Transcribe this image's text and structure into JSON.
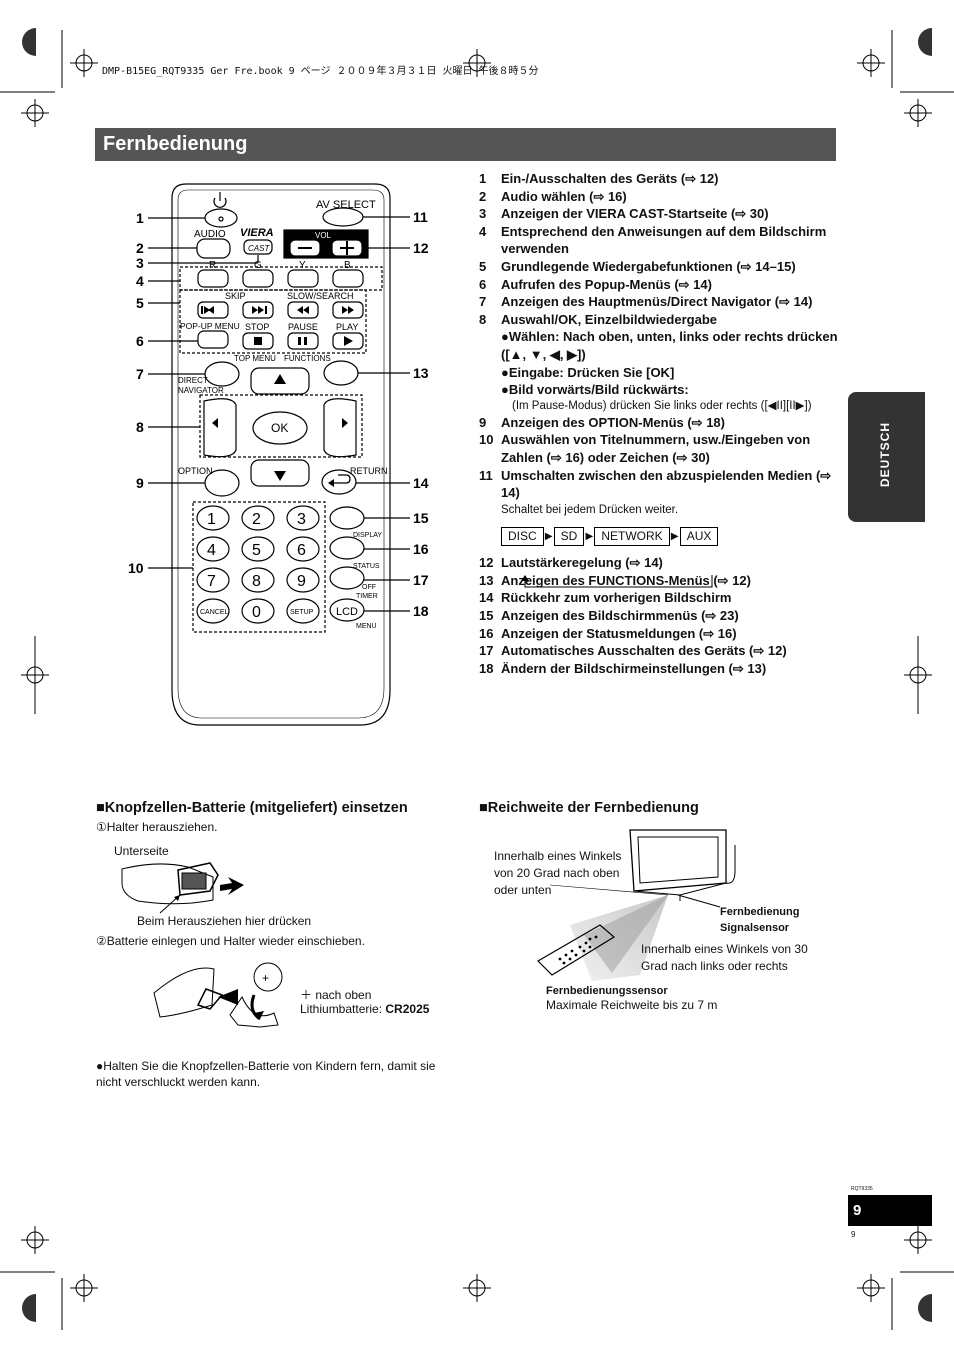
{
  "header": {
    "file_line": "DMP-B15EG_RQT9335 Ger Fre.book  9 ページ  ２００９年３月３１日  火曜日  午後８時５分"
  },
  "title": "Fernbedienung",
  "side_tab": "DEUTSCH",
  "remote": {
    "callouts_left": [
      "1",
      "2",
      "3",
      "4",
      "5",
      "6",
      "7",
      "8",
      "9",
      "10"
    ],
    "callouts_right": [
      "11",
      "12",
      "13",
      "14",
      "15",
      "16",
      "17",
      "18"
    ],
    "labels": {
      "av_select": "AV SELECT",
      "audio": "AUDIO",
      "viera": "VIERA",
      "cast": "CAST",
      "vol": "VOL",
      "vol_minus": "−",
      "vol_plus": "+",
      "color_r": "R",
      "color_g": "G",
      "color_y": "Y",
      "color_b": "B",
      "skip": "SKIP",
      "slow_search": "SLOW/SEARCH",
      "popup_menu": "POP-UP MENU",
      "stop": "STOP",
      "pause": "PAUSE",
      "play": "PLAY",
      "top_menu": "TOP MENU",
      "functions": "FUNCTIONS",
      "direct": "DIRECT",
      "navigator": "NAVIGATOR",
      "ok": "OK",
      "option": "OPTION",
      "return": "RETURN",
      "display": "DISPLAY",
      "status": "STATUS",
      "off": "OFF",
      "timer": "TIMER",
      "lcd": "LCD",
      "menu": "MENU",
      "cancel": "CANCEL",
      "setup": "SETUP",
      "digits": [
        "1",
        "2",
        "3",
        "4",
        "5",
        "6",
        "7",
        "8",
        "9",
        "0"
      ]
    }
  },
  "functions_list": {
    "items": [
      {
        "n": "1",
        "t": "Ein-/Ausschalten des Geräts (⇨ 12)"
      },
      {
        "n": "2",
        "t": "Audio wählen (⇨ 16)"
      },
      {
        "n": "3",
        "t": "Anzeigen der VIERA CAST-Startseite (⇨ 30)"
      },
      {
        "n": "4",
        "t": "Entsprechend den Anweisungen auf dem Bildschirm verwenden"
      },
      {
        "n": "5",
        "t": "Grundlegende Wiedergabefunktionen (⇨ 14–15)"
      },
      {
        "n": "6",
        "t": "Aufrufen des Popup-Menüs (⇨ 14)"
      },
      {
        "n": "7",
        "t": "Anzeigen des Hauptmenüs/Direct Navigator (⇨ 14)"
      },
      {
        "n": "8",
        "t": "Auswahl/OK, Einzelbildwiedergabe"
      }
    ],
    "item8_sub": [
      "●Wählen: Nach oben, unten, links oder rechts drücken ([▲, ▼, ◀, ▶])",
      "●Eingabe: Drücken Sie [OK]",
      "●Bild vorwärts/Bild rückwärts:"
    ],
    "item8_note": "(Im Pause-Modus) drücken Sie links oder rechts ([◀II][II▶])",
    "items2": [
      {
        "n": "9",
        "t": "Anzeigen des OPTION-Menüs (⇨ 18)"
      },
      {
        "n": "10",
        "t": "Auswählen von Titelnummern, usw./Eingeben von Zahlen (⇨ 16) oder Zeichen (⇨ 30)"
      },
      {
        "n": "11",
        "t": "Umschalten zwischen den abzuspielenden Medien (⇨ 14)"
      }
    ],
    "item11_note": "Schaltet bei jedem Drücken weiter.",
    "media_cycle": [
      "DISC",
      "SD",
      "NETWORK",
      "AUX"
    ],
    "items3": [
      {
        "n": "12",
        "t": "Lautstärkeregelung (⇨ 14)"
      },
      {
        "n": "13",
        "t": "Anzeigen des FUNCTIONS-Menüs (⇨ 12)"
      },
      {
        "n": "14",
        "t": "Rückkehr zum vorherigen Bildschirm"
      },
      {
        "n": "15",
        "t": "Anzeigen des Bildschirmmenüs (⇨ 23)"
      },
      {
        "n": "16",
        "t": "Anzeigen der Statusmeldungen (⇨ 16)"
      },
      {
        "n": "17",
        "t": "Automatisches Ausschalten des Geräts (⇨ 12)"
      },
      {
        "n": "18",
        "t": "Ändern der Bildschirmeinstellungen (⇨ 13)"
      }
    ]
  },
  "battery": {
    "heading": "■Knopfzellen-Batterie (mitgeliefert) einsetzen",
    "step1": "①Halter herausziehen.",
    "underside": "Unterseite",
    "press_here": "Beim Herausziehen hier drücken",
    "step2": "②Batterie einlegen und Halter wieder einschieben.",
    "plus_up": "＋ nach oben",
    "lithium": "Lithiumbatterie: ",
    "lithium_type": "CR2025",
    "plus_sign": "+",
    "warning": "●Halten Sie die Knopfzellen-Batterie von Kindern fern, damit sie nicht verschluckt werden kann."
  },
  "range": {
    "heading": "■Reichweite der Fernbedienung",
    "angle_vertical": "Innerhalb eines Winkels von 20 Grad nach oben oder unten",
    "sensor_label_1": "Fernbedienung",
    "sensor_label_2": "Signalsensor",
    "angle_horizontal": "Innerhalb eines Winkels von 30 Grad nach links oder rechts",
    "emitter": "Fernbedienungssensor",
    "max_range": "Maximale Reichweite bis zu 7 m"
  },
  "footer": {
    "code": "RQT9335",
    "page": "9",
    "page_small": "9"
  }
}
